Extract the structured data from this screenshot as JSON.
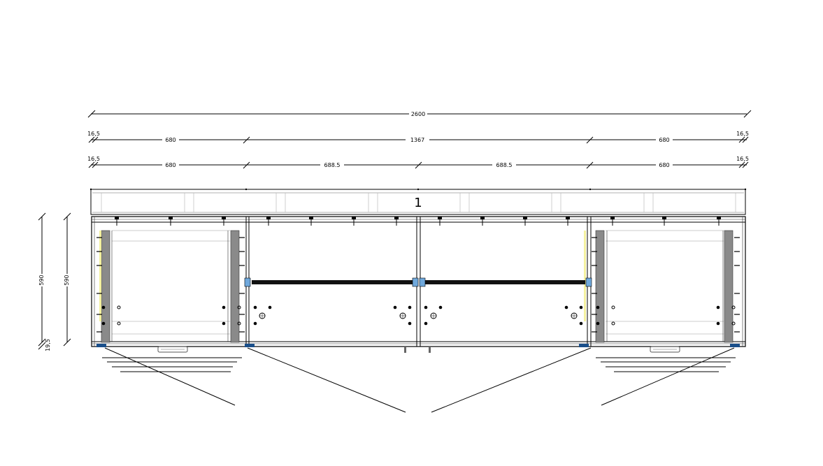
{
  "dimensions": {
    "overall_width": "2600",
    "row2": [
      "16,5",
      "680",
      "1367",
      "680",
      "16,5"
    ],
    "row3": [
      "16,5",
      "680",
      "688.5",
      "688.5",
      "680",
      "16,5"
    ],
    "height_outer": "590",
    "height_inner": "590",
    "plinth": "19,5"
  },
  "cabinet_label": "1",
  "colors": {
    "line": "#000000",
    "panel_grey": "#888888",
    "blue_accent": "#6fa8dc",
    "yellow_accent": "#f4f1a0"
  }
}
